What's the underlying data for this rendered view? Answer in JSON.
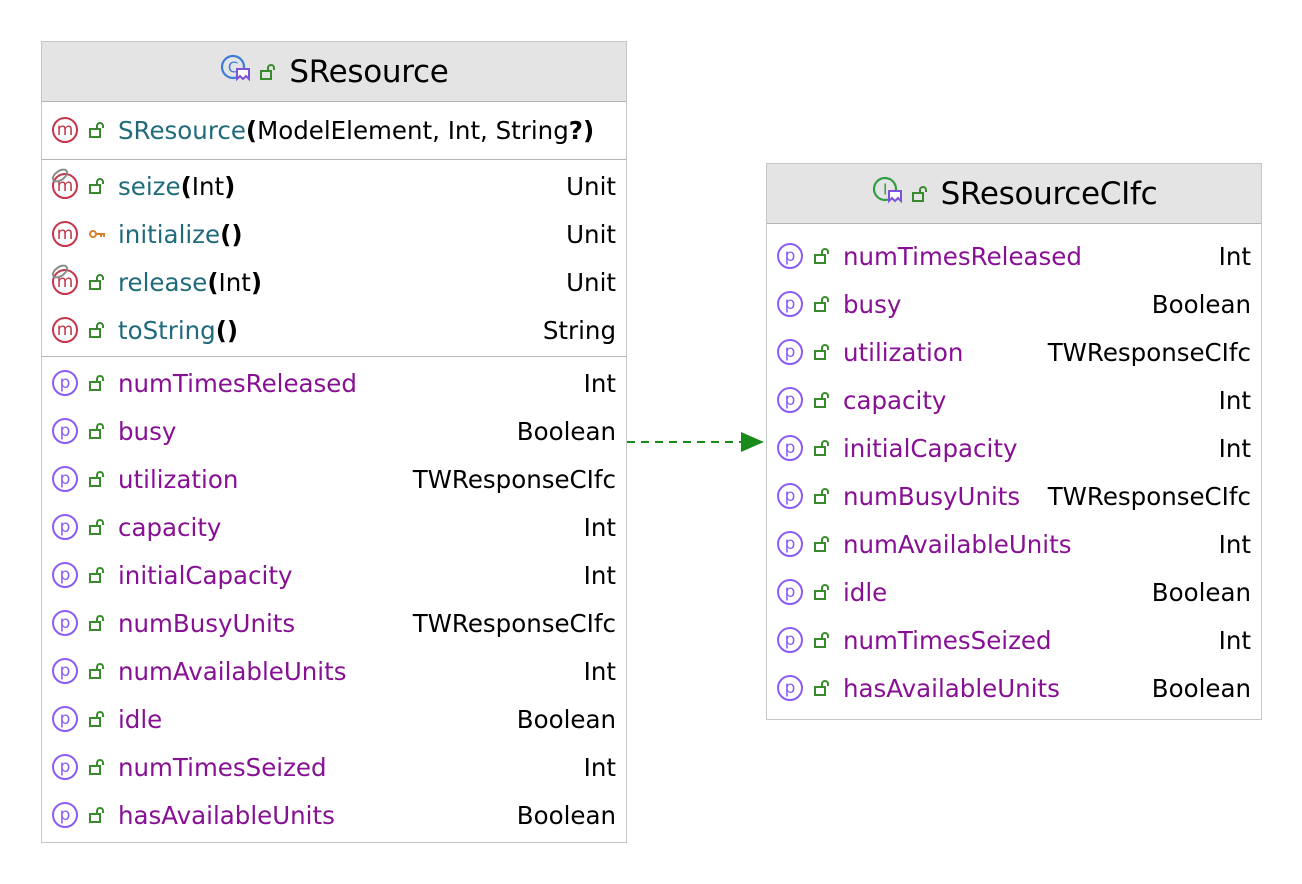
{
  "classes": {
    "sresource": {
      "title": "SResource",
      "constructor": {
        "name": "SResource",
        "open": "(",
        "params": "ModelElement, Int, String",
        "close": "?)"
      },
      "methods": [
        {
          "name": "seize",
          "open": "(",
          "params": "Int",
          "close": ")",
          "type": "Unit",
          "visibility": "public",
          "overridden": true
        },
        {
          "name": "initialize",
          "open": "(",
          "params": "",
          "close": ")",
          "type": "Unit",
          "visibility": "protected",
          "overridden": false
        },
        {
          "name": "release",
          "open": "(",
          "params": "Int",
          "close": ")",
          "type": "Unit",
          "visibility": "public",
          "overridden": true
        },
        {
          "name": "toString",
          "open": "(",
          "params": "",
          "close": ")",
          "type": "String",
          "visibility": "public",
          "overridden": false
        }
      ],
      "properties": [
        {
          "name": "numTimesReleased",
          "type": "Int"
        },
        {
          "name": "busy",
          "type": "Boolean"
        },
        {
          "name": "utilization",
          "type": "TWResponseCIfc"
        },
        {
          "name": "capacity",
          "type": "Int"
        },
        {
          "name": "initialCapacity",
          "type": "Int"
        },
        {
          "name": "numBusyUnits",
          "type": "TWResponseCIfc"
        },
        {
          "name": "numAvailableUnits",
          "type": "Int"
        },
        {
          "name": "idle",
          "type": "Boolean"
        },
        {
          "name": "numTimesSeized",
          "type": "Int"
        },
        {
          "name": "hasAvailableUnits",
          "type": "Boolean"
        }
      ]
    },
    "sresourceclfc": {
      "title": "SResourceCIfc",
      "properties": [
        {
          "name": "numTimesReleased",
          "type": "Int"
        },
        {
          "name": "busy",
          "type": "Boolean"
        },
        {
          "name": "utilization",
          "type": "TWResponseCIfc"
        },
        {
          "name": "capacity",
          "type": "Int"
        },
        {
          "name": "initialCapacity",
          "type": "Int"
        },
        {
          "name": "numBusyUnits",
          "type": "TWResponseCIfc"
        },
        {
          "name": "numAvailableUnits",
          "type": "Int"
        },
        {
          "name": "idle",
          "type": "Boolean"
        },
        {
          "name": "numTimesSeized",
          "type": "Int"
        },
        {
          "name": "hasAvailableUnits",
          "type": "Boolean"
        }
      ]
    }
  },
  "icons": {
    "method_kind": "m",
    "property_kind": "p",
    "class_icon": "class-icon",
    "interface_icon": "interface-icon",
    "public": "unlocked-icon",
    "protected": "key-icon"
  },
  "colors": {
    "method_name": "#1f6b7c",
    "property_name": "#871094",
    "method_badge": "#c4374a",
    "property_badge": "#8b5cf6",
    "visibility_public": "#3a8a2e",
    "visibility_protected": "#d9822b",
    "arrow": "#1a8a1a"
  }
}
